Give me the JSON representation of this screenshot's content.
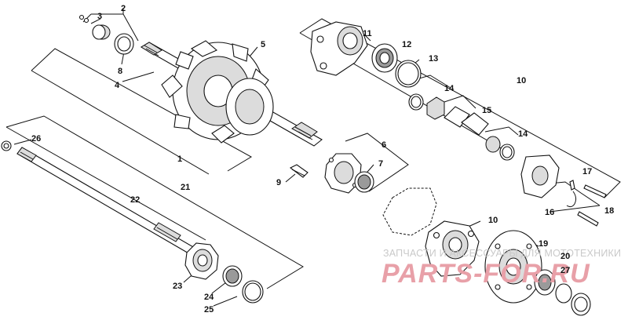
{
  "callouts": {
    "c1": "1",
    "c2": "2",
    "c3": "3",
    "c4": "4",
    "c5": "5",
    "c6": "6",
    "c7": "7",
    "c8": "8",
    "c9": "9",
    "c10a": "10",
    "c10b": "10",
    "c11": "11",
    "c12": "12",
    "c13": "13",
    "c14a": "14",
    "c14b": "14",
    "c15": "15",
    "c16": "16",
    "c17": "17",
    "c18": "18",
    "c19": "19",
    "c20": "20",
    "c21": "21",
    "c22": "22",
    "c23": "23",
    "c24": "24",
    "c25": "25",
    "c26": "26",
    "c27": "27"
  },
  "watermark": {
    "subtitle": "ЗАПЧАСТИ И АКСЕССУАРЫ ДЛЯ МОТОТЕХНИКИ",
    "brand": "PARTS-FOR.RU",
    "color": "#e8a0a8"
  }
}
